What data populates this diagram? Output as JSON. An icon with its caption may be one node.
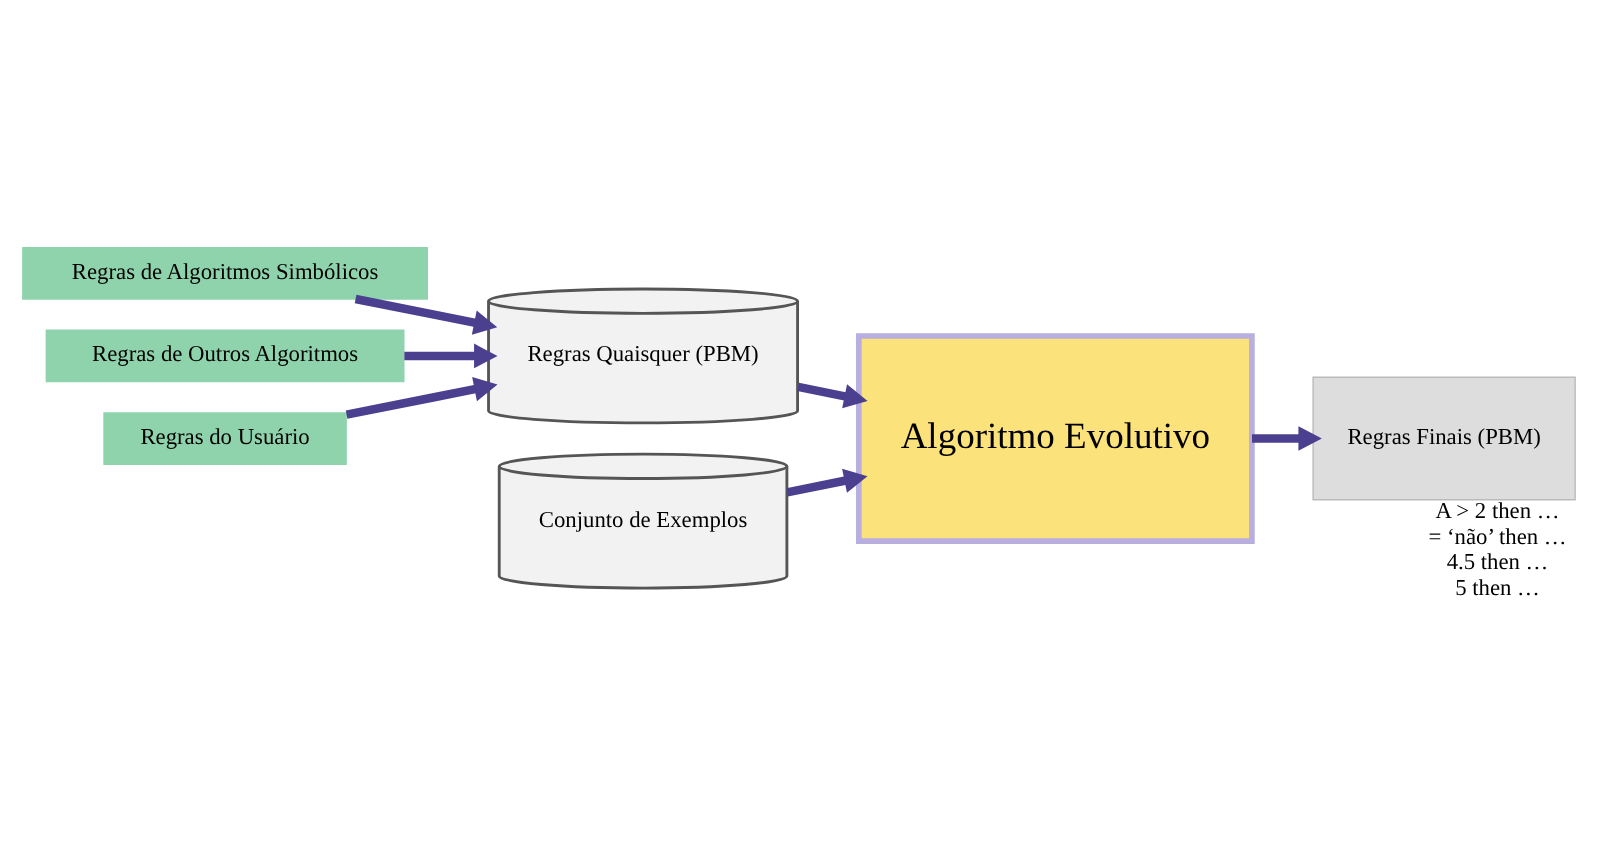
{
  "diagram": {
    "nodes": [
      {
        "text": [
          "Regras de Algoritmos Simbólicos"
        ]
      },
      {
        "text": [
          "Regras de Outros Algoritmos"
        ]
      },
      {
        "text": [
          "Regras do Usuário"
        ]
      },
      {
        "text": [
          "Regras Quaisquer (PBM)"
        ]
      },
      {
        "text": [
          "Conjunto de Exemplos"
        ]
      },
      {
        "text": [
          "Algoritmo Evolutivo"
        ]
      },
      {
        "text": [
          "Regras Finais (PBM)"
        ],
        "beside": [
          "A > 2 then …",
          "= ‘não’ then …",
          "4.5 then …",
          "5 then …"
        ]
      }
    ],
    "edges": [
      {
        "from": 0,
        "to": 3,
        "arrow": "to"
      },
      {
        "from": 1,
        "to": 3,
        "arrow": "to"
      },
      {
        "from": 2,
        "to": 3,
        "arrow": "to"
      },
      {
        "from": 3,
        "to": 5,
        "arrow": "to"
      },
      {
        "from": 4,
        "to": 5,
        "arrow": "to"
      },
      {
        "from": 5,
        "to": 6,
        "arrow": "to"
      }
    ]
  }
}
